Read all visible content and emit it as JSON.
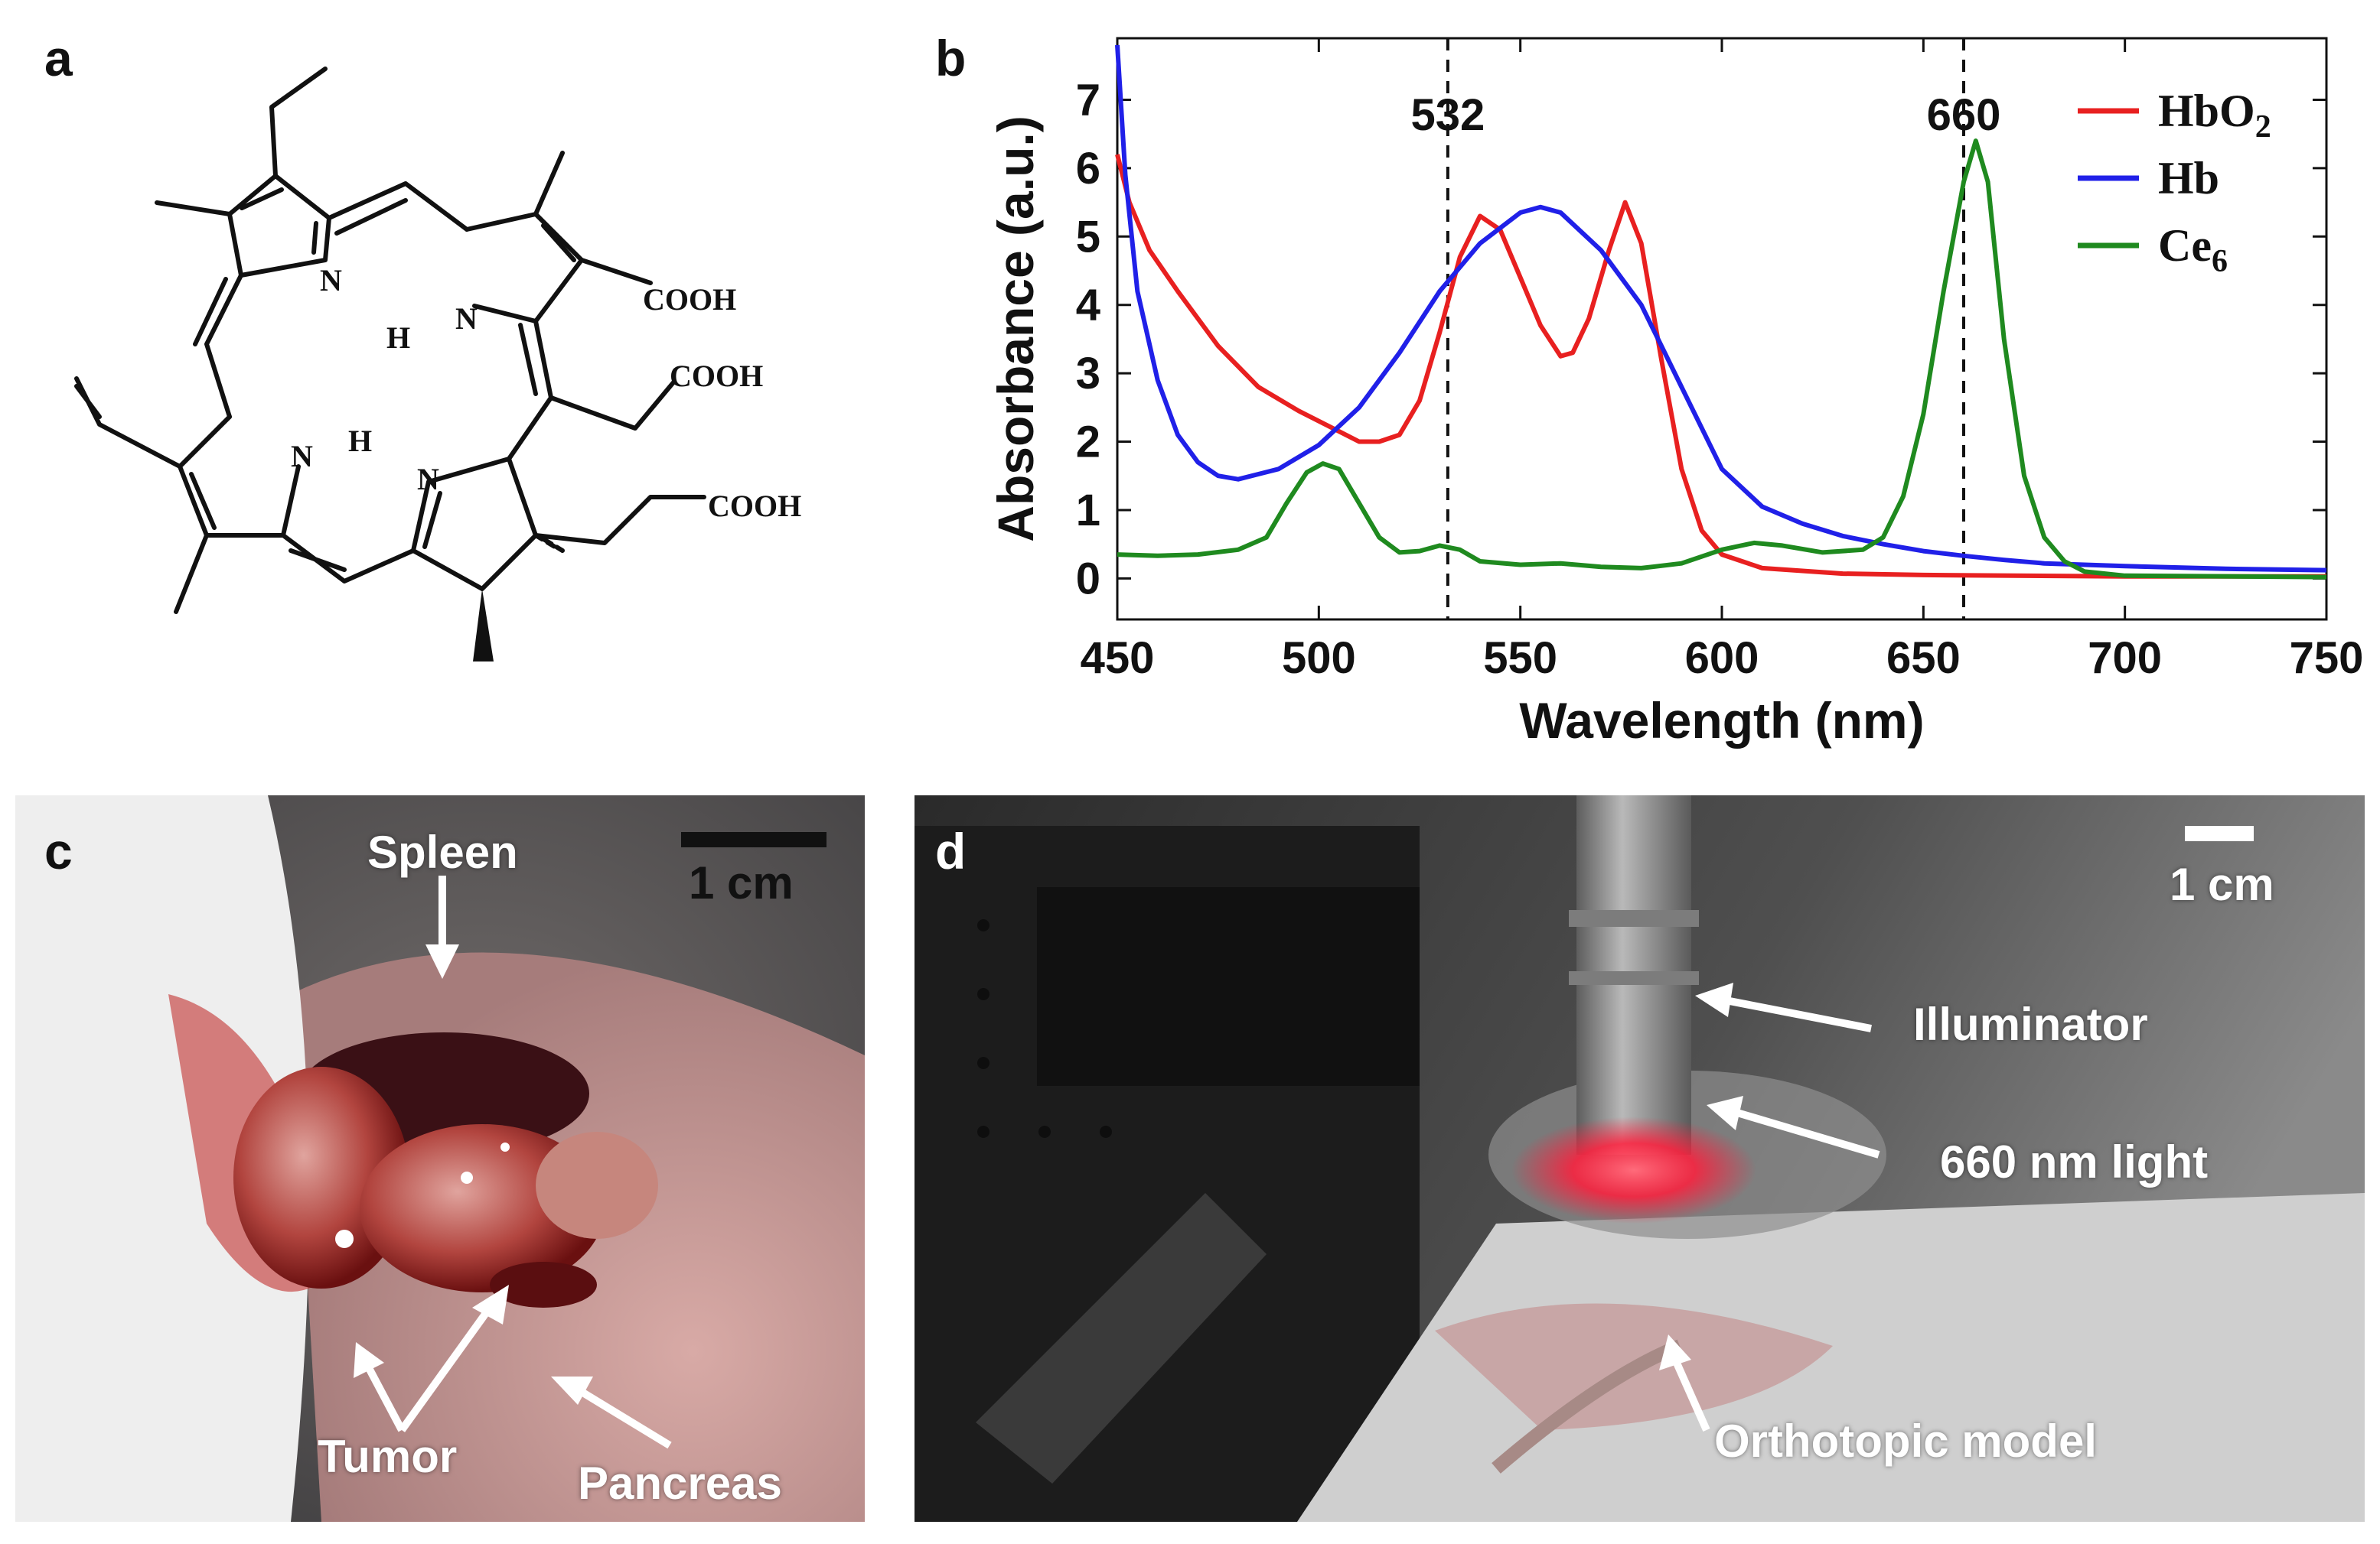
{
  "panels": {
    "a": "a",
    "b": "b",
    "c": "c",
    "d": "d"
  },
  "molecule": {
    "atoms": {
      "n1": "N",
      "n2": "N",
      "n3": "N",
      "n4": "N",
      "h1": "H",
      "h2": "H"
    },
    "groups": {
      "cooh1": "COOH",
      "cooh2": "COOH",
      "cooh3": "COOH"
    }
  },
  "chart_data": {
    "type": "line",
    "xlabel": "Wavelength (nm)",
    "ylabel": "Absorbance (a.u.)",
    "xlim": [
      450,
      750
    ],
    "ylim": [
      -0.6,
      7.9
    ],
    "xticks": [
      450,
      500,
      550,
      600,
      650,
      700,
      750
    ],
    "yticks": [
      0,
      1,
      2,
      3,
      4,
      5,
      6,
      7
    ],
    "legend_position": "top-right",
    "grid": false,
    "vlines": [
      {
        "x": 532,
        "label": "532",
        "style": "dashed"
      },
      {
        "x": 660,
        "label": "660",
        "style": "dashed"
      }
    ],
    "series": [
      {
        "name": "HbO2",
        "color": "#e82020",
        "points": [
          [
            450,
            6.2
          ],
          [
            453,
            5.5
          ],
          [
            458,
            4.8
          ],
          [
            465,
            4.2
          ],
          [
            475,
            3.4
          ],
          [
            485,
            2.8
          ],
          [
            495,
            2.45
          ],
          [
            505,
            2.15
          ],
          [
            510,
            2.0
          ],
          [
            515,
            2.0
          ],
          [
            520,
            2.1
          ],
          [
            525,
            2.6
          ],
          [
            530,
            3.6
          ],
          [
            535,
            4.7
          ],
          [
            540,
            5.3
          ],
          [
            545,
            5.1
          ],
          [
            550,
            4.4
          ],
          [
            555,
            3.7
          ],
          [
            560,
            3.25
          ],
          [
            563,
            3.3
          ],
          [
            567,
            3.8
          ],
          [
            572,
            4.8
          ],
          [
            576,
            5.5
          ],
          [
            580,
            4.9
          ],
          [
            585,
            3.2
          ],
          [
            590,
            1.6
          ],
          [
            595,
            0.7
          ],
          [
            600,
            0.35
          ],
          [
            610,
            0.15
          ],
          [
            630,
            0.07
          ],
          [
            650,
            0.05
          ],
          [
            700,
            0.03
          ],
          [
            750,
            0.03
          ]
        ]
      },
      {
        "name": "Hb",
        "color": "#2020e8",
        "points": [
          [
            450,
            7.8
          ],
          [
            452,
            5.9
          ],
          [
            455,
            4.2
          ],
          [
            460,
            2.9
          ],
          [
            465,
            2.1
          ],
          [
            470,
            1.7
          ],
          [
            475,
            1.5
          ],
          [
            480,
            1.45
          ],
          [
            490,
            1.6
          ],
          [
            500,
            1.95
          ],
          [
            510,
            2.5
          ],
          [
            520,
            3.3
          ],
          [
            530,
            4.2
          ],
          [
            540,
            4.9
          ],
          [
            550,
            5.35
          ],
          [
            555,
            5.43
          ],
          [
            560,
            5.35
          ],
          [
            570,
            4.8
          ],
          [
            580,
            4.0
          ],
          [
            590,
            2.8
          ],
          [
            600,
            1.6
          ],
          [
            610,
            1.05
          ],
          [
            620,
            0.8
          ],
          [
            630,
            0.62
          ],
          [
            640,
            0.5
          ],
          [
            650,
            0.4
          ],
          [
            660,
            0.33
          ],
          [
            670,
            0.27
          ],
          [
            680,
            0.22
          ],
          [
            700,
            0.18
          ],
          [
            725,
            0.14
          ],
          [
            750,
            0.12
          ]
        ]
      },
      {
        "name": "Ce6",
        "color": "#1f8a1f",
        "points": [
          [
            450,
            0.35
          ],
          [
            460,
            0.33
          ],
          [
            470,
            0.35
          ],
          [
            480,
            0.42
          ],
          [
            487,
            0.6
          ],
          [
            492,
            1.1
          ],
          [
            497,
            1.55
          ],
          [
            501,
            1.68
          ],
          [
            505,
            1.6
          ],
          [
            510,
            1.1
          ],
          [
            515,
            0.6
          ],
          [
            520,
            0.38
          ],
          [
            525,
            0.4
          ],
          [
            530,
            0.48
          ],
          [
            535,
            0.42
          ],
          [
            540,
            0.25
          ],
          [
            550,
            0.2
          ],
          [
            560,
            0.22
          ],
          [
            570,
            0.17
          ],
          [
            580,
            0.15
          ],
          [
            590,
            0.22
          ],
          [
            600,
            0.42
          ],
          [
            608,
            0.52
          ],
          [
            615,
            0.48
          ],
          [
            625,
            0.38
          ],
          [
            635,
            0.42
          ],
          [
            640,
            0.6
          ],
          [
            645,
            1.2
          ],
          [
            650,
            2.4
          ],
          [
            655,
            4.2
          ],
          [
            660,
            5.8
          ],
          [
            663,
            6.4
          ],
          [
            666,
            5.8
          ],
          [
            670,
            3.5
          ],
          [
            675,
            1.5
          ],
          [
            680,
            0.6
          ],
          [
            685,
            0.25
          ],
          [
            690,
            0.1
          ],
          [
            700,
            0.04
          ],
          [
            750,
            0.02
          ]
        ]
      }
    ]
  },
  "photo_c": {
    "scale_bar": "1 cm",
    "labels": {
      "spleen": "Spleen",
      "tumor": "Tumor",
      "pancreas": "Pancreas"
    }
  },
  "photo_d": {
    "scale_bar": "1 cm",
    "labels": {
      "illuminator": "Illuminator",
      "light": "660 nm light",
      "model": "Orthotopic model"
    }
  },
  "colors": {
    "hbo2": "#e82020",
    "hb": "#2020e8",
    "ce6": "#1f8a1f"
  }
}
